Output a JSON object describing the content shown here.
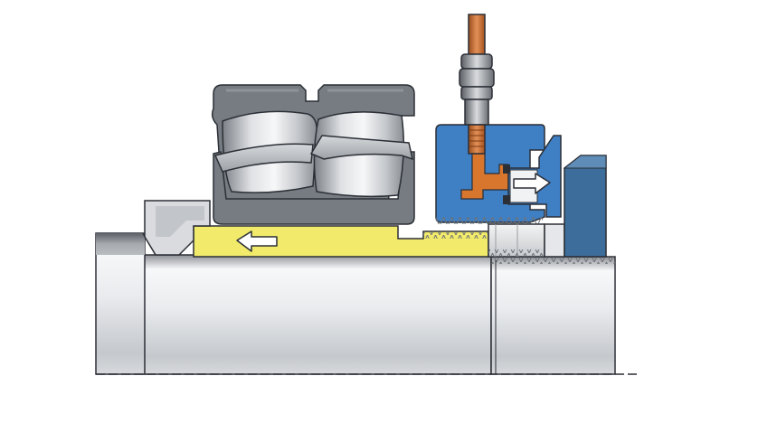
{
  "diagram": {
    "type": "technical-cross-section",
    "components": [
      {
        "id": "shaft",
        "icon": "shaft-cylinder"
      },
      {
        "id": "spherical-roller-bearing",
        "icon": "bearing-rollers"
      },
      {
        "id": "adapter-sleeve",
        "icon": "tapered-sleeve"
      },
      {
        "id": "hydraulic-nut",
        "icon": "annular-piston-nut"
      },
      {
        "id": "oil-feed-pipe",
        "icon": "oil-pipe-connector"
      },
      {
        "id": "abutment-ring",
        "icon": "stop-collar"
      },
      {
        "id": "locating-ring",
        "icon": "end-collar"
      }
    ],
    "arrows": [
      {
        "id": "sleeve-push-arrow",
        "direction": "left"
      },
      {
        "id": "piston-push-arrow",
        "direction": "right"
      }
    ],
    "colors": {
      "steel_light": "#e4e6e9",
      "steel_dark": "#6e7278",
      "bearing_ring": "#777c82",
      "sleeve_yellow": "#f2ea6a",
      "nut_blue": "#3f7fc4",
      "collar_blue": "#3d6e9b",
      "oil_orange": "#d9762e",
      "pipe_copper": "#c86a2e",
      "outline": "#2b2f36",
      "white": "#ffffff"
    }
  }
}
